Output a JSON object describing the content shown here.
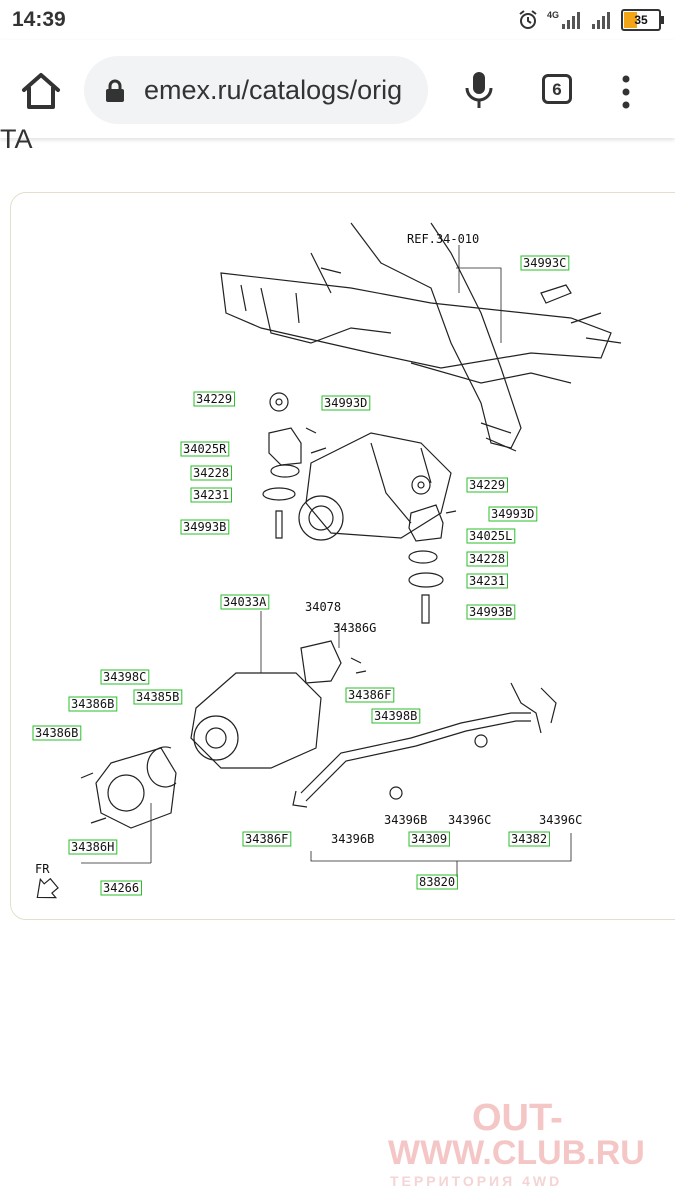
{
  "status_bar": {
    "time": "14:39",
    "network": "4G",
    "battery": "35",
    "battery_level": 0.35
  },
  "browser": {
    "url": "emex.ru/catalogs/orig",
    "tab_count": "6"
  },
  "page": {
    "heading_fragment": "TA"
  },
  "diagram": {
    "ref_label": "REF.34-010",
    "fr_label": "FR",
    "labels": [
      {
        "id": "l1",
        "text": "34993C",
        "highlight": true
      },
      {
        "id": "l2",
        "text": "34229",
        "highlight": true
      },
      {
        "id": "l3",
        "text": "34993D",
        "highlight": true
      },
      {
        "id": "l4",
        "text": "34025R",
        "highlight": true
      },
      {
        "id": "l5",
        "text": "34228",
        "highlight": true
      },
      {
        "id": "l6",
        "text": "34231",
        "highlight": true
      },
      {
        "id": "l7",
        "text": "34993B",
        "highlight": true
      },
      {
        "id": "l8",
        "text": "34229",
        "highlight": true
      },
      {
        "id": "l9",
        "text": "34993D",
        "highlight": true
      },
      {
        "id": "l10",
        "text": "34025L",
        "highlight": true
      },
      {
        "id": "l11",
        "text": "34228",
        "highlight": true
      },
      {
        "id": "l12",
        "text": "34231",
        "highlight": true
      },
      {
        "id": "l13",
        "text": "34993B",
        "highlight": true
      },
      {
        "id": "l14",
        "text": "34033A",
        "highlight": true
      },
      {
        "id": "l15",
        "text": "34078",
        "highlight": false
      },
      {
        "id": "l16",
        "text": "34386G",
        "highlight": false
      },
      {
        "id": "l17",
        "text": "34398C",
        "highlight": true
      },
      {
        "id": "l18",
        "text": "34386B",
        "highlight": true
      },
      {
        "id": "l19",
        "text": "34385B",
        "highlight": true
      },
      {
        "id": "l20",
        "text": "34386F",
        "highlight": true
      },
      {
        "id": "l21",
        "text": "34398B",
        "highlight": true
      },
      {
        "id": "l22",
        "text": "34386B",
        "highlight": true
      },
      {
        "id": "l23",
        "text": "34386H",
        "highlight": true
      },
      {
        "id": "l24",
        "text": "34266",
        "highlight": true
      },
      {
        "id": "l25",
        "text": "34386F",
        "highlight": true
      },
      {
        "id": "l26",
        "text": "34396B",
        "highlight": false
      },
      {
        "id": "l27",
        "text": "34396B",
        "highlight": false
      },
      {
        "id": "l28",
        "text": "34396C",
        "highlight": false
      },
      {
        "id": "l29",
        "text": "34309",
        "highlight": true
      },
      {
        "id": "l30",
        "text": "34396C",
        "highlight": false
      },
      {
        "id": "l31",
        "text": "34382",
        "highlight": true
      },
      {
        "id": "l32",
        "text": "83820",
        "highlight": true
      }
    ]
  },
  "watermark": {
    "line1": "OUT-",
    "line2": "WWW.CLUB.RU",
    "line3": "ТЕРРИТОРИЯ 4WD"
  }
}
